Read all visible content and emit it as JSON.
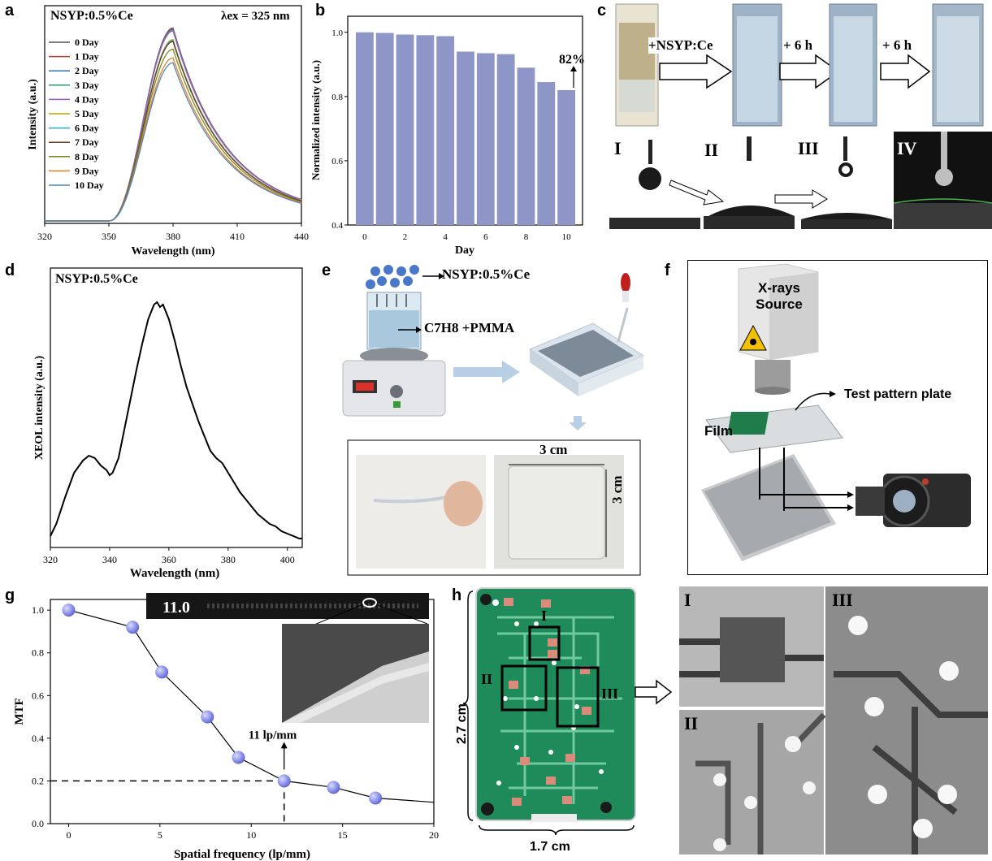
{
  "panel_labels": {
    "a": "a",
    "b": "b",
    "c": "c",
    "d": "d",
    "e": "e",
    "f": "f",
    "g": "g",
    "h": "h"
  },
  "panel_a": {
    "title": "NSYP:0.5%Ce",
    "excitation": "λex = 325 nm",
    "xlabel": "Wavelength (nm)",
    "ylabel": "Intensity (a.u.)",
    "xticks": [
      "320",
      "350",
      "380",
      "410",
      "440"
    ],
    "legend": [
      "0 Day",
      "1 Day",
      "2 Day",
      "3 Day",
      "4 Day",
      "5 Day",
      "6 Day",
      "7 Day",
      "8 Day",
      "9 Day",
      "10 Day"
    ]
  },
  "panel_b": {
    "xlabel": "Day",
    "ylabel": "Normalized intensity (a.u.)",
    "xticks": [
      "0",
      "2",
      "4",
      "6",
      "8",
      "10"
    ],
    "yticks": [
      "0.4",
      "0.6",
      "0.8",
      "1.0"
    ],
    "annotation": "82%"
  },
  "panel_c": {
    "step1": "+NSYP:Ce",
    "step2": "+ 6 h",
    "step3": "+ 6 h",
    "roman": [
      "I",
      "II",
      "III",
      "IV"
    ]
  },
  "panel_d": {
    "title": "NSYP:0.5%Ce",
    "xlabel": "Wavelength (nm)",
    "ylabel": "XEOL intensity (a.u.)",
    "xticks": [
      "320",
      "340",
      "360",
      "380",
      "400"
    ]
  },
  "panel_e": {
    "label_top": "NSYP:0.5%Ce",
    "label_solvent": "C7H8 +PMMA",
    "dim_w": "3 cm",
    "dim_h": "3 cm"
  },
  "panel_f": {
    "source": "X-rays Source",
    "test_plate": "Test pattern plate",
    "film": "Film"
  },
  "panel_g": {
    "xlabel": "Spatial frequency (lp/mm)",
    "ylabel": "MTF",
    "xticks": [
      "0",
      "5",
      "10",
      "15",
      "20"
    ],
    "yticks": [
      "0.0",
      "0.2",
      "0.4",
      "0.6",
      "0.8",
      "1.0"
    ],
    "inset_label": "11.0",
    "annotation": "11 lp/mm"
  },
  "panel_h": {
    "dim_h": "2.7 cm",
    "dim_w": "1.7 cm",
    "box_labels": [
      "I",
      "II",
      "III"
    ],
    "zoom_labels": [
      "I",
      "II",
      "III"
    ]
  },
  "colors": {
    "bar": "#8e96c8",
    "sphere": "#7f87e6",
    "pcb": "#1f8a5a"
  },
  "chart_data": [
    {
      "type": "line",
      "title": "NSYP:0.5%Ce",
      "xlabel": "Wavelength (nm)",
      "ylabel": "Intensity (a.u.)",
      "xlim": [
        320,
        440
      ],
      "peak_x": 380,
      "series": [
        {
          "name": "0 Day",
          "color": "#555555",
          "peak": 1.0
        },
        {
          "name": "1 Day",
          "color": "#c0392b",
          "peak": 0.998
        },
        {
          "name": "2 Day",
          "color": "#2f6fbf",
          "peak": 0.993
        },
        {
          "name": "3 Day",
          "color": "#2e9e6a",
          "peak": 0.99
        },
        {
          "name": "4 Day",
          "color": "#a05cc8",
          "peak": 0.985
        },
        {
          "name": "5 Day",
          "color": "#c7a000",
          "peak": 0.94
        },
        {
          "name": "6 Day",
          "color": "#24b0c8",
          "peak": 0.935
        },
        {
          "name": "7 Day",
          "color": "#6b3d22",
          "peak": 0.93
        },
        {
          "name": "8 Day",
          "color": "#7a8a1e",
          "peak": 0.89
        },
        {
          "name": "9 Day",
          "color": "#e67e22",
          "peak": 0.845
        },
        {
          "name": "10 Day",
          "color": "#4f86c6",
          "peak": 0.82
        }
      ]
    },
    {
      "type": "bar",
      "xlabel": "Day",
      "ylabel": "Normalized intensity (a.u.)",
      "categories": [
        0,
        1,
        2,
        3,
        4,
        5,
        6,
        7,
        8,
        9,
        10
      ],
      "values": [
        1.0,
        0.998,
        0.993,
        0.991,
        0.988,
        0.94,
        0.935,
        0.932,
        0.89,
        0.845,
        0.82
      ],
      "ylim": [
        0.4,
        1.05
      ]
    },
    {
      "type": "line",
      "title": "NSYP:0.5%Ce",
      "xlabel": "Wavelength (nm)",
      "ylabel": "XEOL intensity (a.u.)",
      "xlim": [
        320,
        405
      ],
      "x": [
        320,
        322,
        325,
        328,
        331,
        333,
        335,
        337,
        339,
        340,
        341,
        343,
        345,
        347,
        349,
        351,
        353,
        355,
        356,
        357,
        358,
        360,
        362,
        364,
        366,
        368,
        370,
        372,
        374,
        376,
        378,
        380,
        382,
        384,
        386,
        388,
        390,
        392,
        394,
        396,
        398,
        400,
        402,
        404,
        405
      ],
      "y": [
        0.04,
        0.09,
        0.2,
        0.3,
        0.35,
        0.37,
        0.36,
        0.33,
        0.31,
        0.29,
        0.3,
        0.36,
        0.48,
        0.6,
        0.72,
        0.83,
        0.93,
        0.99,
        1.0,
        0.98,
        0.99,
        0.93,
        0.84,
        0.74,
        0.65,
        0.58,
        0.51,
        0.45,
        0.39,
        0.36,
        0.34,
        0.3,
        0.26,
        0.22,
        0.19,
        0.16,
        0.13,
        0.11,
        0.09,
        0.08,
        0.06,
        0.05,
        0.04,
        0.03,
        0.03
      ]
    },
    {
      "type": "scatter",
      "xlabel": "Spatial frequency (lp/mm)",
      "ylabel": "MTF",
      "xlim": [
        -1,
        20
      ],
      "ylim": [
        0,
        1.05
      ],
      "x": [
        0,
        3.5,
        5.1,
        7.6,
        9.3,
        11.8,
        14.5,
        16.8
      ],
      "y": [
        1.0,
        0.92,
        0.71,
        0.5,
        0.31,
        0.2,
        0.17,
        0.12
      ],
      "annotation": "11 lp/mm"
    }
  ]
}
